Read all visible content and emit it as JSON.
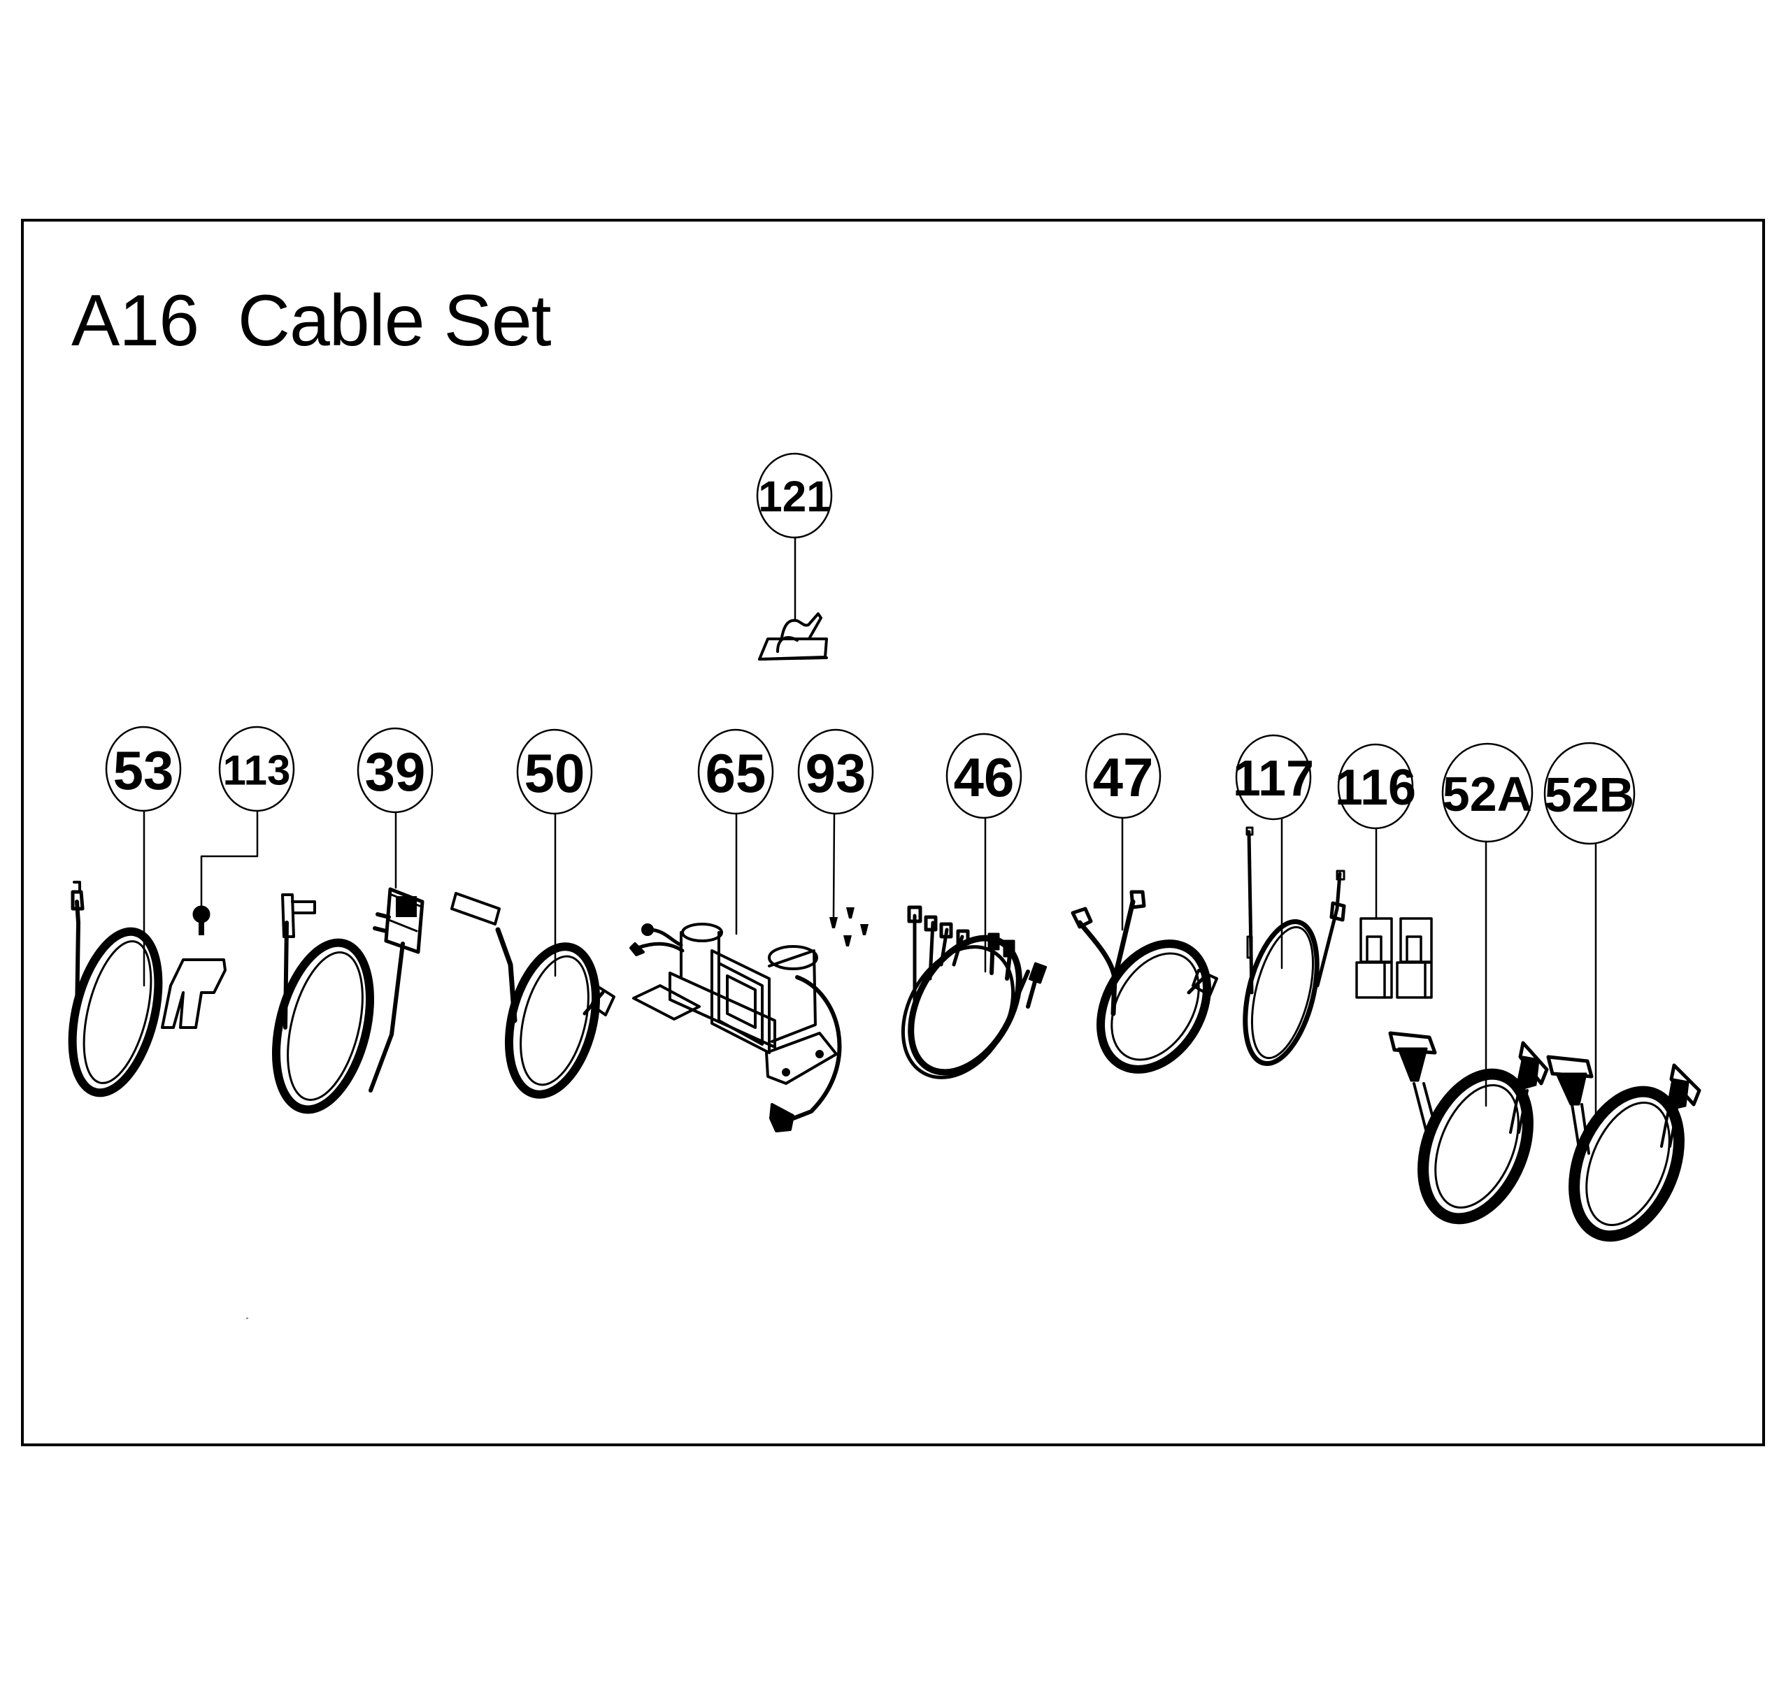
{
  "title": "A16  Cable Set",
  "colors": {
    "ink": "#000000",
    "paper": "#ffffff"
  },
  "callouts": [
    {
      "id": "121",
      "label": "121",
      "part": "cable-clip"
    },
    {
      "id": "53",
      "label": "53",
      "part": "coiled-cable-with-plug"
    },
    {
      "id": "113",
      "label": "113",
      "part": "screw"
    },
    {
      "id": "39",
      "label": "39",
      "part": "power-adapter-cable"
    },
    {
      "id": "50",
      "label": "50",
      "part": "coiled-cable-with-connectors"
    },
    {
      "id": "65",
      "label": "65",
      "part": "power-supply-assembly"
    },
    {
      "id": "93",
      "label": "93",
      "part": "small-screws"
    },
    {
      "id": "46",
      "label": "46",
      "part": "multi-lead-cable-harness"
    },
    {
      "id": "47",
      "label": "47",
      "part": "y-split-cable"
    },
    {
      "id": "117",
      "label": "117",
      "part": "thin-coaxial-cable"
    },
    {
      "id": "116",
      "label": "116",
      "part": "connector-blocks"
    },
    {
      "id": "52A",
      "label": "52A",
      "part": "ribbon-cable-a"
    },
    {
      "id": "52B",
      "label": "52B",
      "part": "ribbon-cable-b"
    }
  ]
}
